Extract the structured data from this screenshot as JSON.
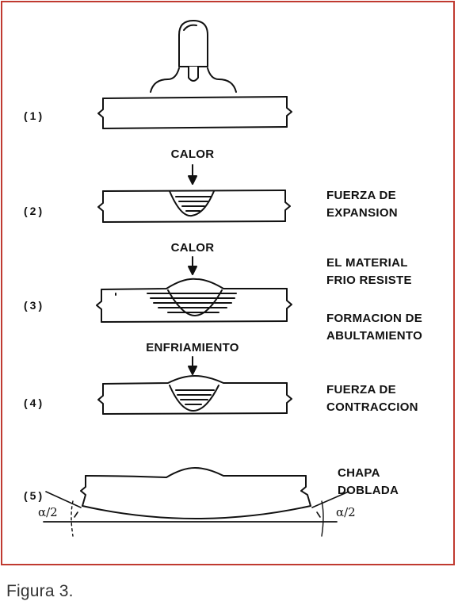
{
  "steps": [
    {
      "number": "(1)"
    },
    {
      "number": "(2)",
      "arrow_label": "CALOR",
      "side_label": [
        "FUERZA DE",
        "EXPANSION"
      ]
    },
    {
      "number": "(3)",
      "arrow_label": "CALOR",
      "side_label_a": [
        "EL MATERIAL",
        "FRIO RESISTE"
      ],
      "side_label_b": [
        "FORMACION DE",
        "ABULTAMIENTO"
      ]
    },
    {
      "number": "(4)",
      "arrow_label": "ENFRIAMIENTO",
      "side_label": [
        "FUERZA DE",
        "CONTRACCION"
      ]
    },
    {
      "number": "(5)",
      "side_label": [
        "CHAPA",
        "DOBLADA"
      ],
      "angle_left": "α/2",
      "angle_right": "α/2"
    }
  ],
  "caption": "Figura 3.",
  "colors": {
    "frame": "#c03a30",
    "ink": "#111111"
  }
}
